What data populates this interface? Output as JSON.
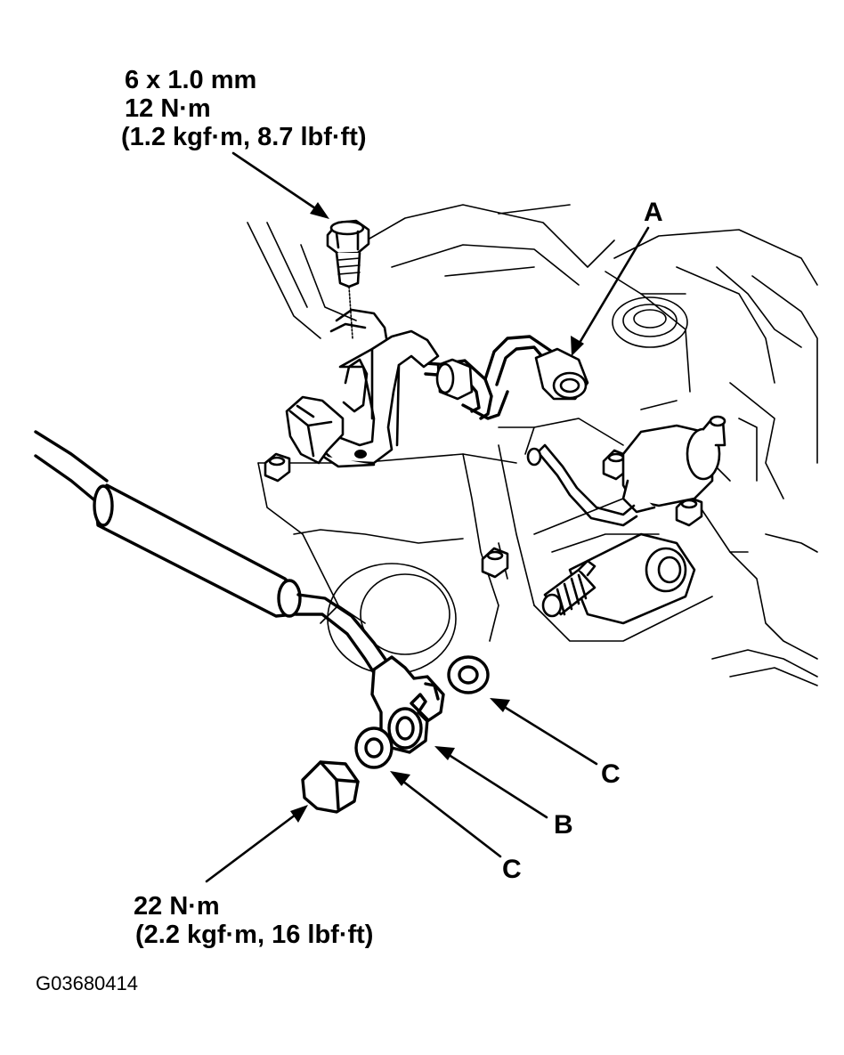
{
  "bolt_callout": {
    "size": "6 x 1.0 mm",
    "torque": "12 N·m",
    "torque_alt": "(1.2 kgf·m, 8.7 lbf·ft)"
  },
  "nut_callout": {
    "torque": "22 N·m",
    "torque_alt": "(2.2 kgf·m, 16 lbf·ft)"
  },
  "labels": {
    "a": "A",
    "b": "B",
    "c_upper": "C",
    "c_lower": "C"
  },
  "figure_code": "G03680414"
}
